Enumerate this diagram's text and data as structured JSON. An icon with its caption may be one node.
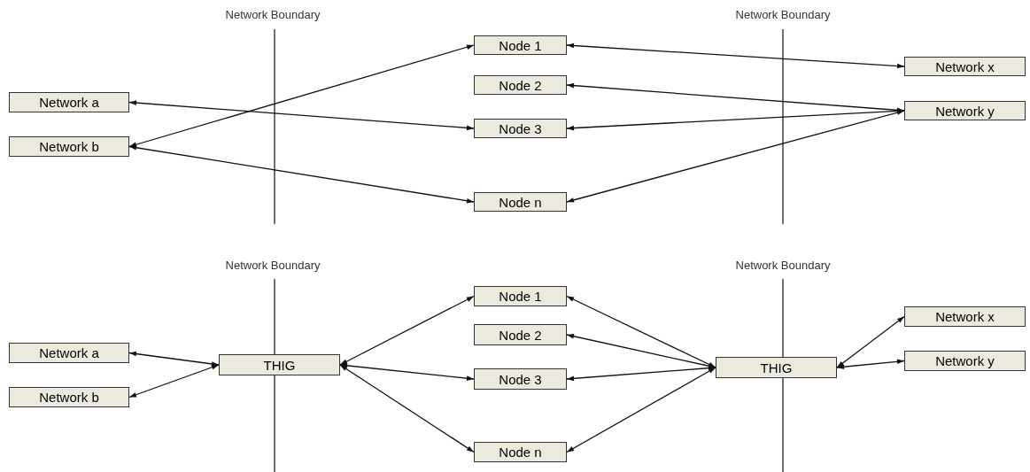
{
  "diagram": {
    "nodes": [
      {
        "text": [
          "Network a"
        ]
      },
      {
        "text": [
          "Network b"
        ]
      },
      {
        "text": [
          "Node 1"
        ]
      },
      {
        "text": [
          "Node 2"
        ]
      },
      {
        "text": [
          "Node 3"
        ]
      },
      {
        "text": [
          "Node n"
        ]
      },
      {
        "text": [
          "Network x"
        ]
      },
      {
        "text": [
          "Network y"
        ]
      },
      {
        "text": [
          "Network a"
        ]
      },
      {
        "text": [
          "Network b"
        ]
      },
      {
        "text": [
          "THIG"
        ]
      },
      {
        "text": [
          "Node 1"
        ]
      },
      {
        "text": [
          "Node 2"
        ]
      },
      {
        "text": [
          "Node 3"
        ]
      },
      {
        "text": [
          "Node n"
        ]
      },
      {
        "text": [
          "THIG"
        ]
      },
      {
        "text": [
          "Network x"
        ]
      },
      {
        "text": [
          "Network y"
        ]
      }
    ],
    "edges": [
      {
        "from": 1,
        "to": 2,
        "arrow": "both"
      },
      {
        "from": 0,
        "to": 4,
        "arrow": "both"
      },
      {
        "from": 1,
        "to": 5,
        "arrow": "both"
      },
      {
        "from": 2,
        "to": 6,
        "arrow": "both"
      },
      {
        "from": 3,
        "to": 7,
        "arrow": "both"
      },
      {
        "from": 4,
        "to": 7,
        "arrow": "both"
      },
      {
        "from": 5,
        "to": 7,
        "arrow": "both"
      },
      {
        "from": 8,
        "to": 10,
        "arrow": "both"
      },
      {
        "from": 9,
        "to": 10,
        "arrow": "both"
      },
      {
        "from": 10,
        "to": 11,
        "arrow": "both"
      },
      {
        "from": 10,
        "to": 13,
        "arrow": "both"
      },
      {
        "from": 10,
        "to": 14,
        "arrow": "both"
      },
      {
        "from": 11,
        "to": 15,
        "arrow": "both"
      },
      {
        "from": 12,
        "to": 15,
        "arrow": "both"
      },
      {
        "from": 13,
        "to": 15,
        "arrow": "both"
      },
      {
        "from": 14,
        "to": 15,
        "arrow": "both"
      },
      {
        "from": 15,
        "to": 16,
        "arrow": "both"
      },
      {
        "from": 15,
        "to": 17,
        "arrow": "both"
      }
    ],
    "labels": [
      "Network Boundary",
      "Network Boundary",
      "Network Boundary",
      "Network Boundary"
    ]
  }
}
